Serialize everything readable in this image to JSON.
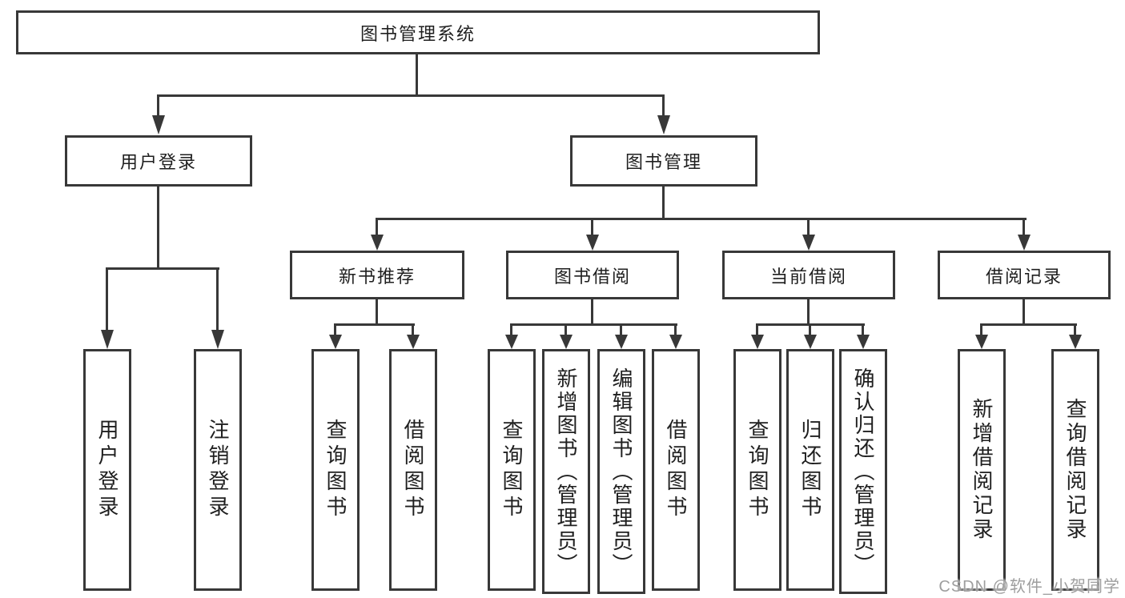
{
  "tree": {
    "root": "图书管理系统",
    "level2": [
      "用户登录",
      "图书管理"
    ],
    "level3": [
      "新书推荐",
      "图书借阅",
      "当前借阅",
      "借阅记录"
    ],
    "leaves_user_login": [
      "用户登录",
      "注销登录"
    ],
    "leaves_new_book": [
      "查询图书",
      "借阅图书"
    ],
    "leaves_book_borrow": [
      "查询图书",
      "新增图书（管理员）",
      "编辑图书（管理员）",
      "借阅图书"
    ],
    "leaves_current_borrow": [
      "查询图书",
      "归还图书",
      "确认归还（管理员）"
    ],
    "leaves_borrow_records": [
      "新增借阅记录",
      "查询借阅记录"
    ]
  },
  "watermark": "CSDN @软件_小贺同学",
  "colors": {
    "line": "#383838",
    "box_border": "#383838",
    "box_background": "#ffffff",
    "text": "#1f1f1f",
    "watermark_text": "#9e9e9e",
    "page_background": "#ffffff"
  }
}
